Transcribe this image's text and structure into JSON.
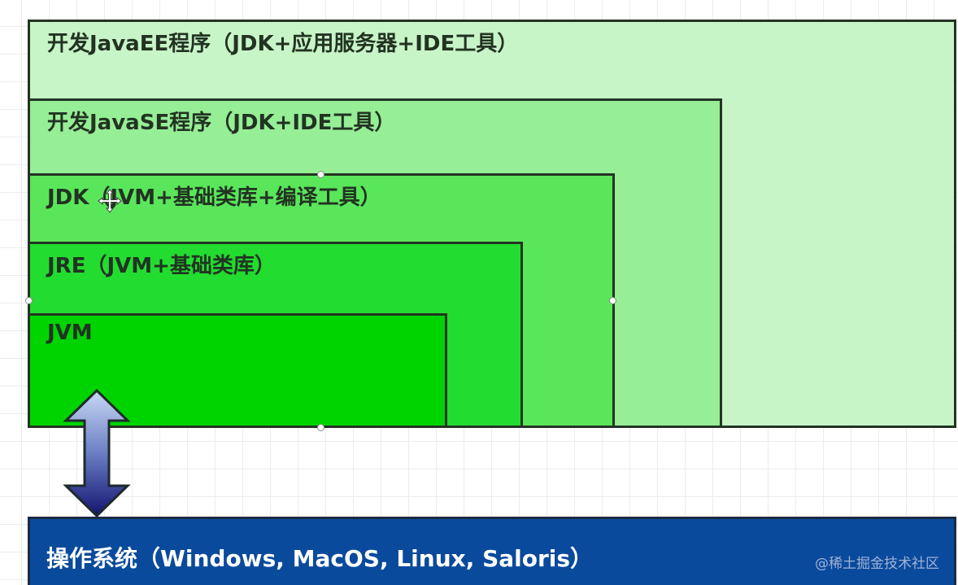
{
  "diagram": {
    "layers": {
      "javaee": {
        "label": "开发JavaEE程序（JDK+应用服务器+IDE工具）",
        "color": "#c8f5c8"
      },
      "javase": {
        "label": "开发JavaSE程序（JDK+IDE工具）",
        "color": "#96ee96"
      },
      "jdk": {
        "label": "JDK（JVM+基础类库+编译工具）",
        "color": "#5ae65a"
      },
      "jre": {
        "label": "JRE（JVM+基础类库）",
        "color": "#22dc30"
      },
      "jvm": {
        "label": "JVM",
        "color": "#00d400"
      }
    },
    "os": {
      "label": "操作系统（Windows, MacOS, Linux, Saloris）",
      "color": "#0a4a9c"
    },
    "connector": {
      "icon": "double-arrow-vertical-icon",
      "from": "JVM",
      "to": "操作系统"
    },
    "cursor_icon": "move-cursor-icon"
  },
  "watermark": "@稀土掘金技术社区"
}
